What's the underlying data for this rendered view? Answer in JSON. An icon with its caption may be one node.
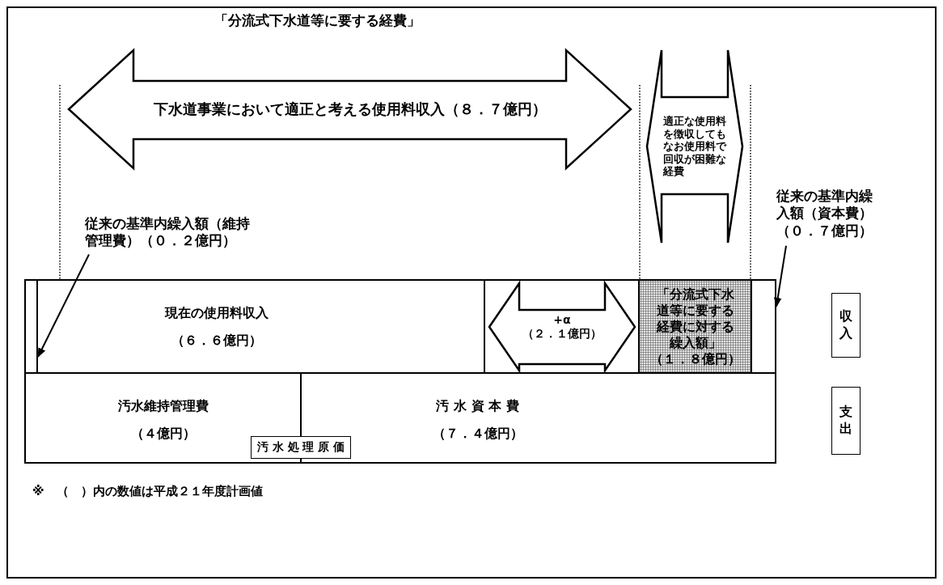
{
  "diagram": {
    "title": "「分流式下水道等に要する経費」",
    "nodes": [
      {
        "text": [
          "下水道事業において適正と考える使用料収入（８．７億円）"
        ]
      },
      {
        "text": [
          "適正な使用料を徴収してもなお使用料で回収が困難な経費"
        ]
      },
      {
        "text": [
          "従来の基準内繰入額（維持管理費）（０．２億円）"
        ]
      },
      {
        "text": [
          "従来の基準内繰入額（資本費）（０．７億円）"
        ]
      },
      {
        "text": [],
        "shape": "box"
      },
      {
        "text": [
          "現在の使用料収入",
          "（６．６億円）"
        ]
      },
      {
        "text": [
          "+α",
          "（２．１億円）"
        ]
      },
      {
        "text": [
          "「分流式下水道等に要する経費に対する繰入額」",
          "（１．８億円）"
        ]
      },
      {
        "text": [],
        "shape": "box"
      },
      {
        "text": [
          "汚水維持管理費",
          "（４億円）"
        ]
      },
      {
        "text": [
          "汚 水 資 本 費",
          "（７．４億円）"
        ]
      },
      {
        "text": [
          "汚 水 処 理 原 価"
        ]
      },
      {
        "text": [
          "収入"
        ]
      },
      {
        "text": [
          "支出"
        ]
      }
    ],
    "edges": [
      {
        "from": 2,
        "to": 4,
        "arrow": "to"
      },
      {
        "from": 3,
        "to": 8,
        "arrow": "to"
      }
    ],
    "labels": [
      "※　（　）内の数値は平成２１年度計画値"
    ]
  }
}
